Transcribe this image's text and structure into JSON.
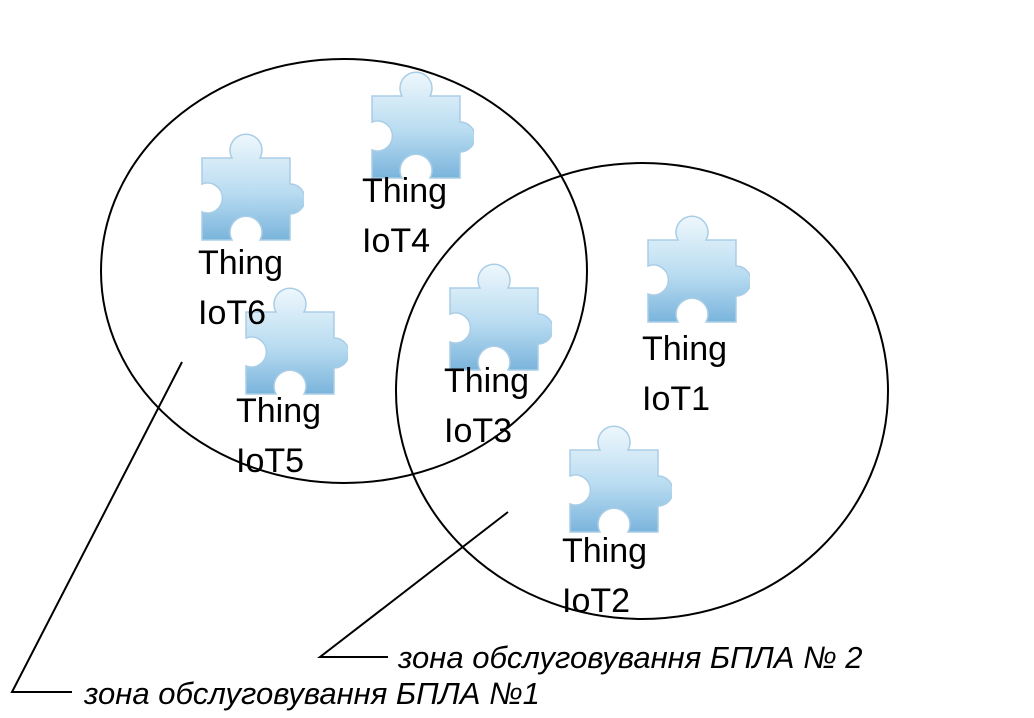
{
  "zones": [
    {
      "id": "zone-1",
      "label": "зона обслуговування БПЛА №1"
    },
    {
      "id": "zone-2",
      "label": "зона обслуговування БПЛА № 2"
    }
  ],
  "things": [
    {
      "id": "iot6",
      "line1": "Thing",
      "line2": "IoT6"
    },
    {
      "id": "iot4",
      "line1": "Thing",
      "line2": "IoT4"
    },
    {
      "id": "iot5",
      "line1": "Thing",
      "line2": "IoT5"
    },
    {
      "id": "iot3",
      "line1": "Thing",
      "line2": "IoT3"
    },
    {
      "id": "iot1",
      "line1": "Thing",
      "line2": "IoT1"
    },
    {
      "id": "iot2",
      "line1": "Thing",
      "line2": "IoT2"
    }
  ],
  "icon": "puzzle-piece-icon",
  "colors": {
    "puzzle_light": "#e6f3fb",
    "puzzle_dark": "#7fb6dd",
    "stroke": "#000000"
  }
}
